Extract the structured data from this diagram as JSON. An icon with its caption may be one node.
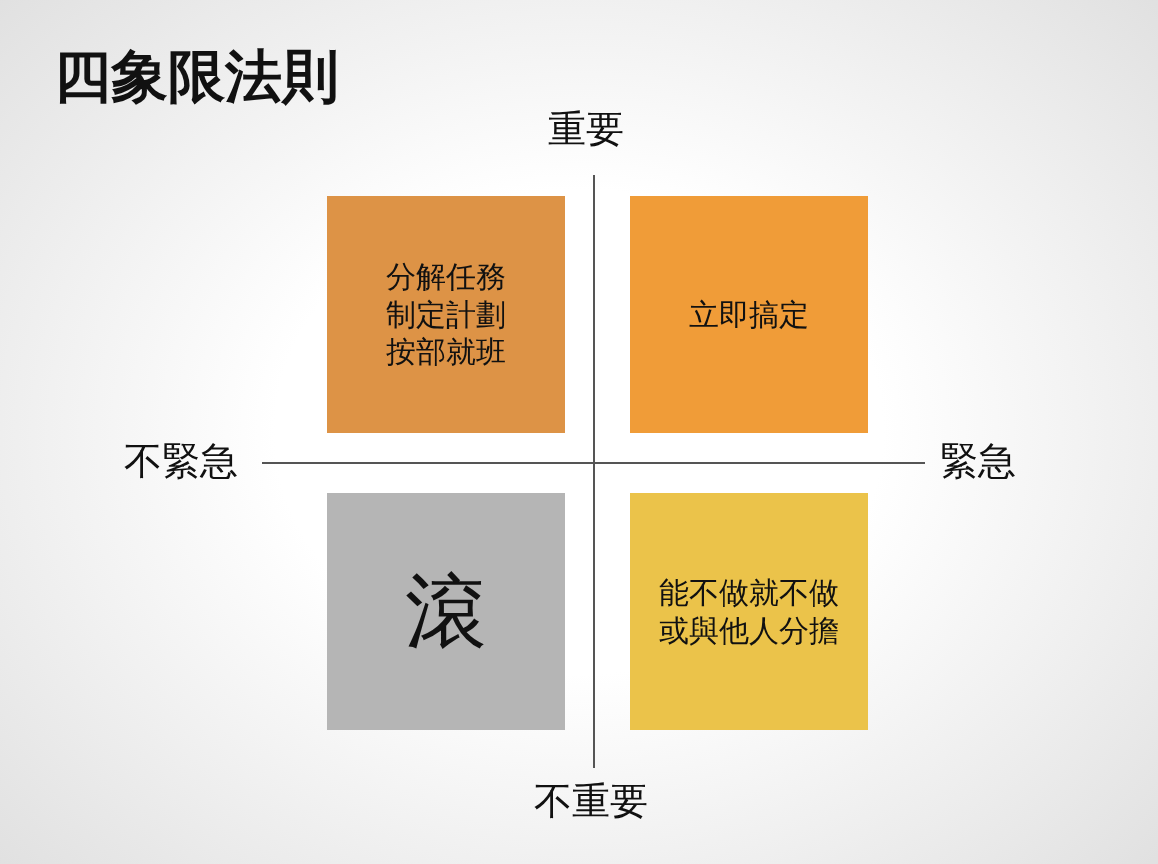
{
  "diagram": {
    "title": "四象限法則",
    "nodes": [
      {
        "text": [
          "分解任務制定計劃按部就班"
        ]
      },
      {
        "text": [
          "立即搞定"
        ]
      },
      {
        "text": [
          "滾"
        ]
      },
      {
        "text": [
          "能不做就不做或與他人分擔"
        ]
      }
    ],
    "labels": [
      "重要",
      "不緊急",
      "緊急",
      "不重要"
    ]
  }
}
